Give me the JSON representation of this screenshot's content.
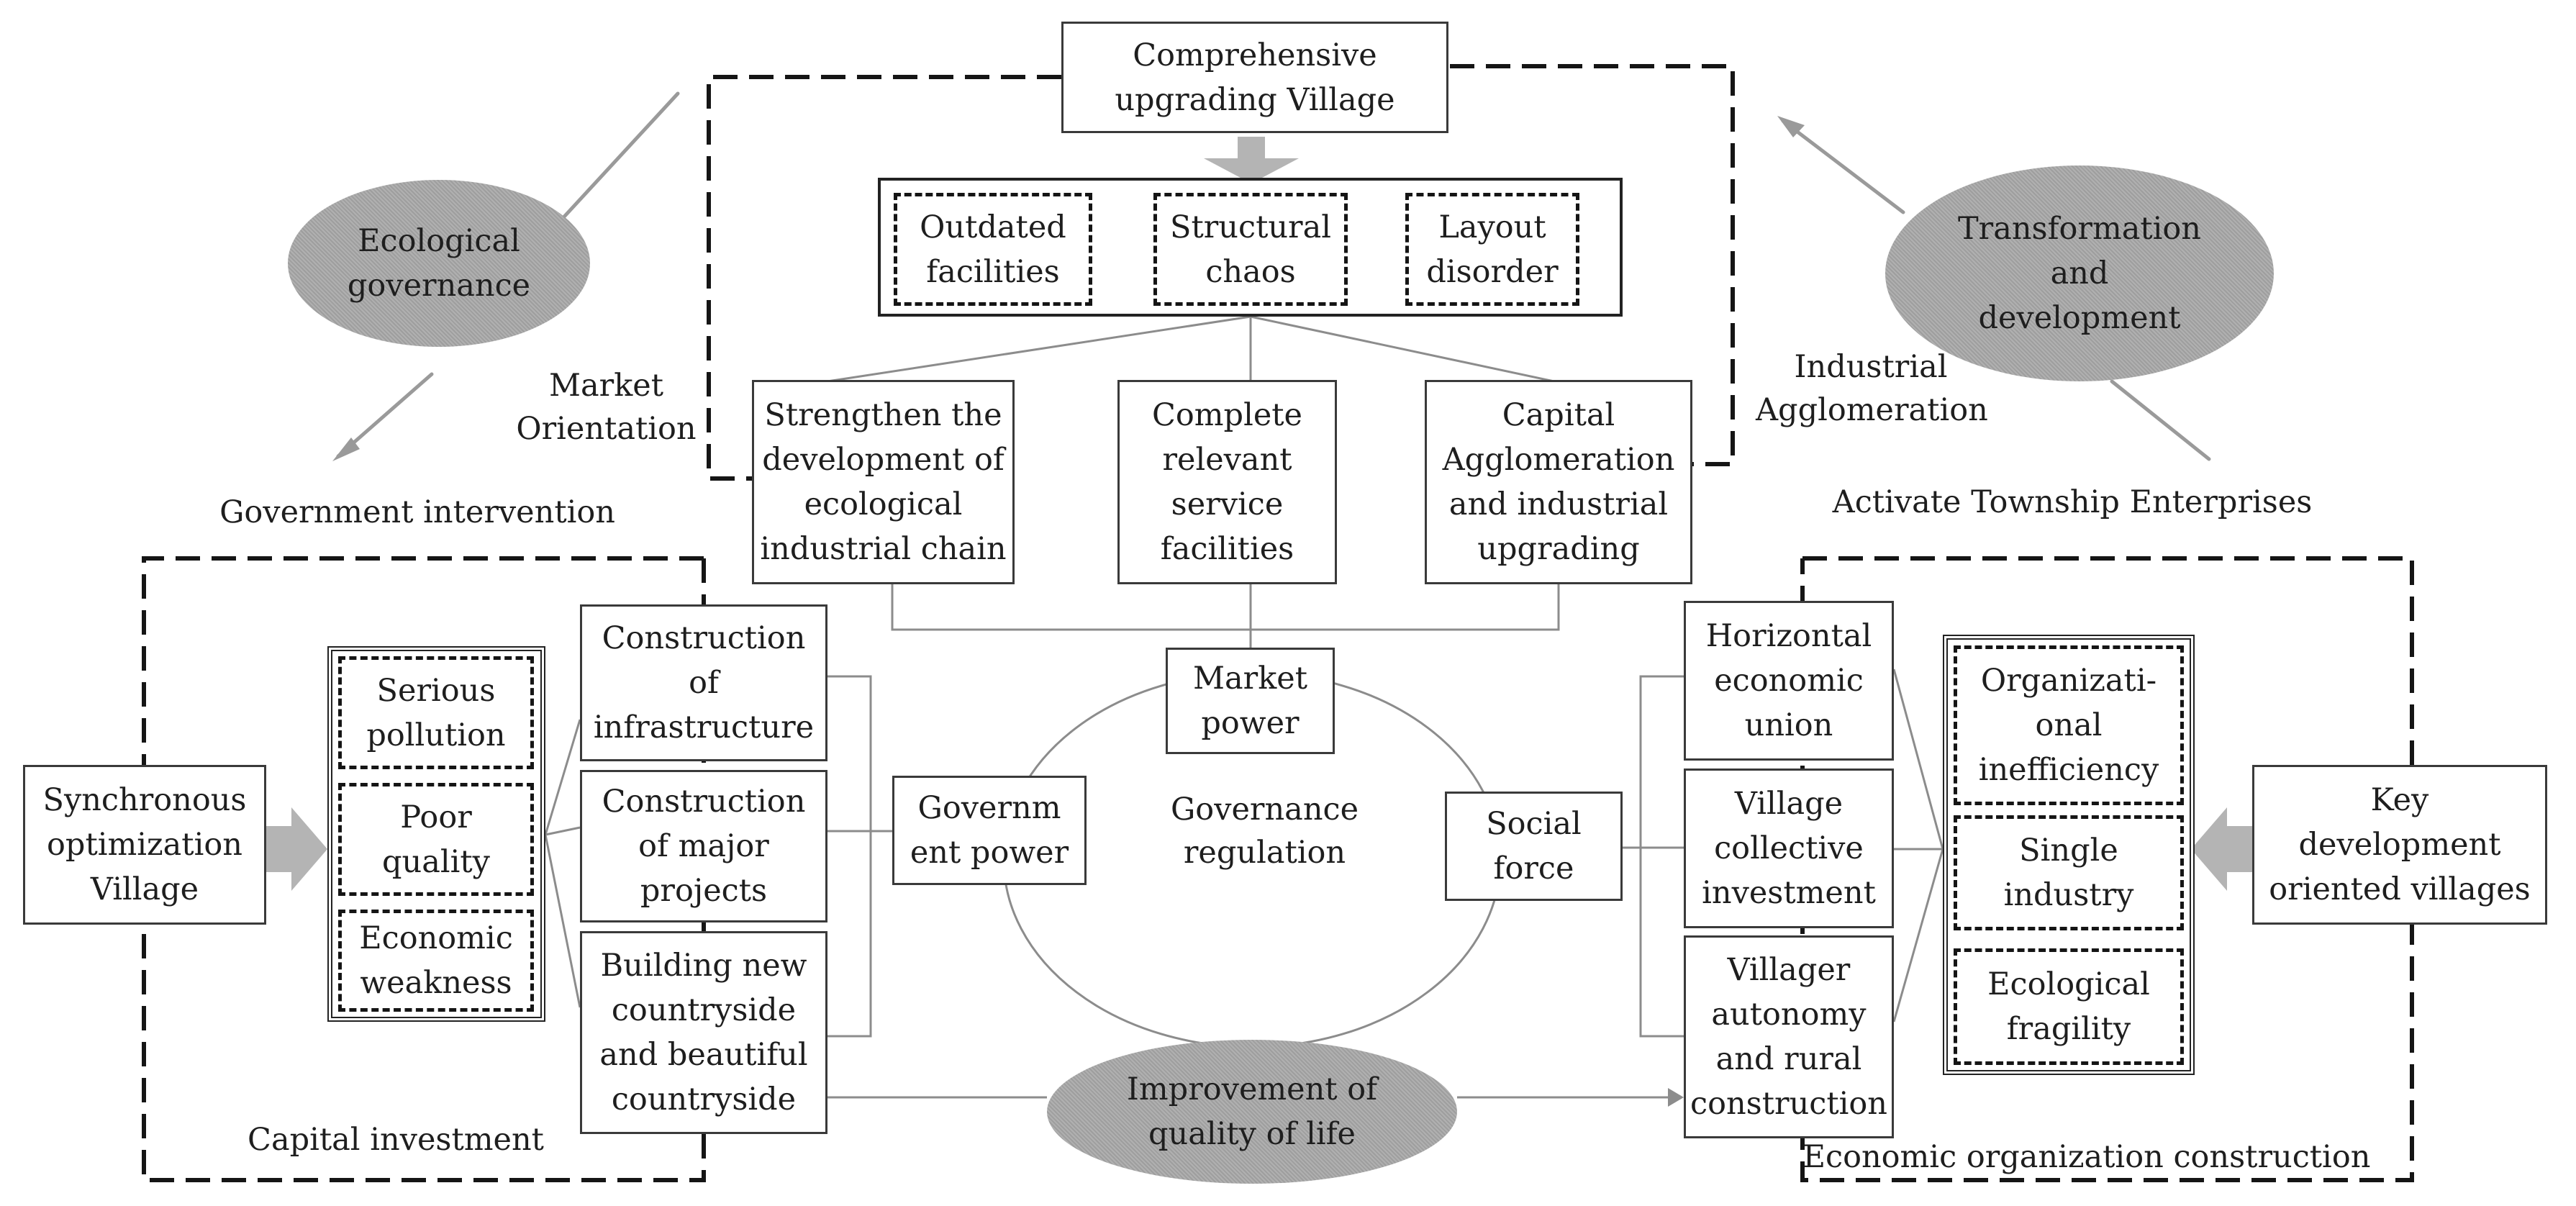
{
  "top": {
    "village": "Comprehensive\nupgrading Village",
    "problems": [
      "Outdated\nfacilities",
      "Structural\nchaos",
      "Layout\ndisorder"
    ],
    "measures": [
      "Strengthen the\ndevelopment of\necological\nindustrial chain",
      "Complete\nrelevant\nservice\nfacilities",
      "Capital\nAgglomeration\nand industrial\nupgrading"
    ]
  },
  "left": {
    "village": "Synchronous\noptimization\nVillage",
    "problems": [
      "Serious\npollution",
      "Poor\nquality",
      "Economic\nweakness"
    ],
    "measures": [
      "Construction\nof\ninfrastructure",
      "Construction\nof major\nprojects",
      "Building new\ncountryside\nand beautiful\ncountryside"
    ]
  },
  "right": {
    "village": "Key\ndevelopment\noriented villages",
    "measures": [
      "Horizontal\neconomic\nunion",
      "Village\ncollective\ninvestment",
      "Villager\nautonomy\nand rural\nconstruction"
    ],
    "problems": [
      "Organizati-\nonal\ninefficiency",
      "Single\nindustry",
      "Ecological\nfragility"
    ]
  },
  "center": {
    "market_power": "Market\npower",
    "government_power": "Governm\nent power",
    "social_force": "Social\nforce",
    "governance": "Governance\nregulation"
  },
  "ellipses": {
    "ecological": "Ecological\ngovernance",
    "transformation": "Transformation\nand\ndevelopment",
    "quality": "Improvement of\nquality of life"
  },
  "labels": {
    "market_orientation": "Market\nOrientation",
    "industrial_agglomeration": "Industrial\nAgglomeration",
    "government_intervention": "Government intervention",
    "activate_township": "Activate Township Enterprises",
    "capital_investment": "Capital investment",
    "economic_organization": "Economic organization construction"
  },
  "colors": {
    "line": "#8c8c8c",
    "box_border": "#3a3a3a",
    "ellipse_fill": "#a7a7a7",
    "arrow_fill": "#b4b4b4"
  }
}
